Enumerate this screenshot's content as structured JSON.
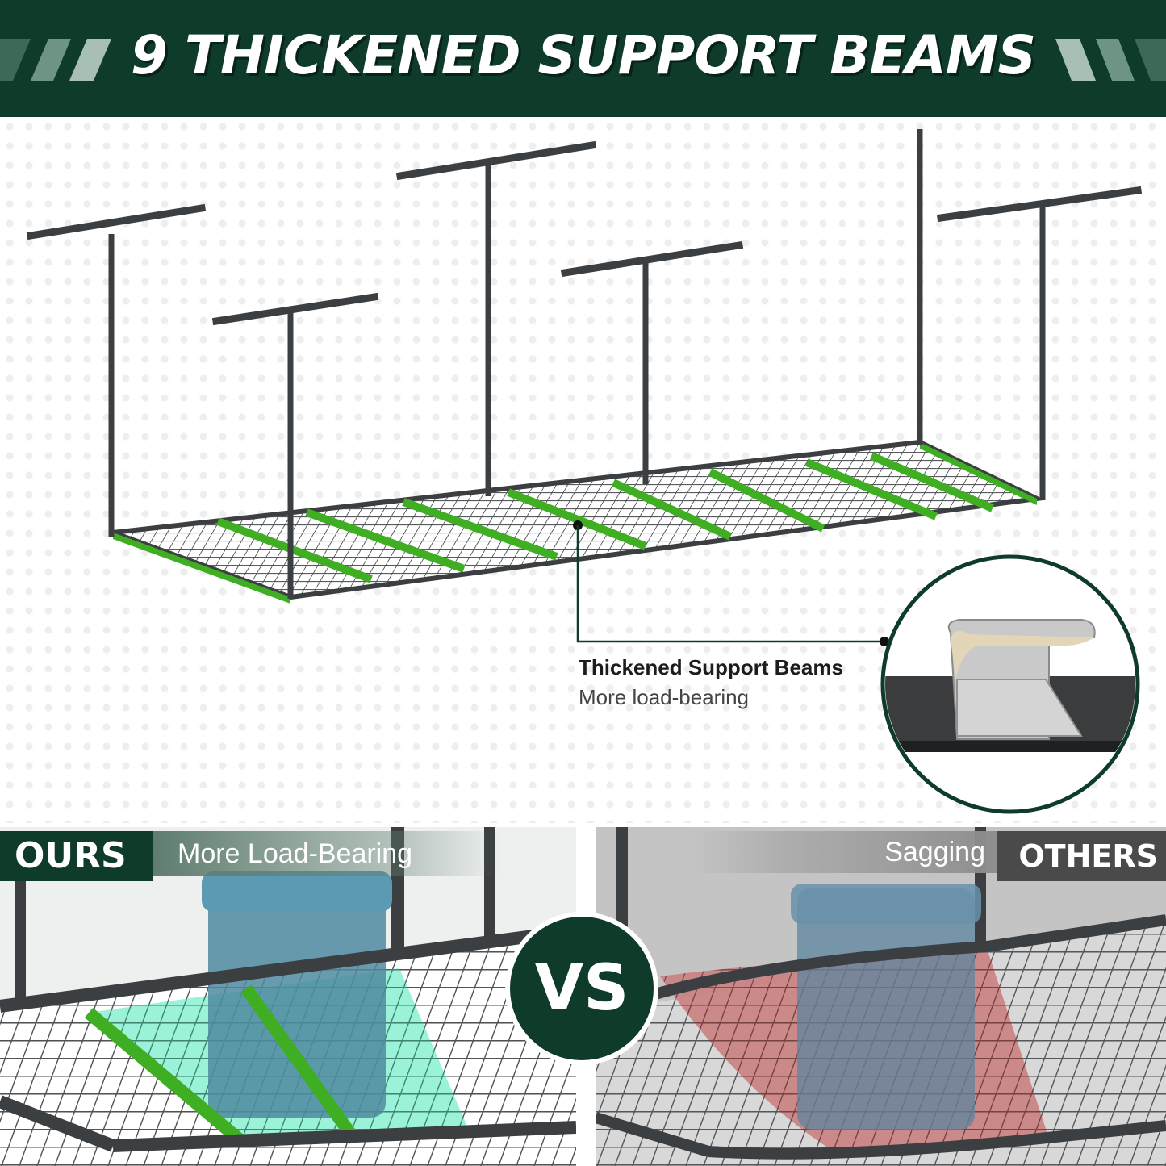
{
  "header": {
    "title": "9 THICKENED SUPPORT BEAMS"
  },
  "callout": {
    "title": "Thickened Support Beams",
    "subtitle": "More load-bearing"
  },
  "comparison": {
    "ours": {
      "badge": "OURS",
      "label": "More Load-Bearing"
    },
    "vs": "VS",
    "others": {
      "badge": "OTHERS",
      "label": "Sagging"
    }
  },
  "colors": {
    "brand_dark_green": "#0e3b2a",
    "beam_highlight_green": "#3fae23",
    "sag_red": "#b34a4a",
    "rack_metal": "#3c3f42"
  },
  "icons": [
    "overhead-rack-illustration",
    "beam-detail-magnifier",
    "storage-bin-illustration"
  ]
}
